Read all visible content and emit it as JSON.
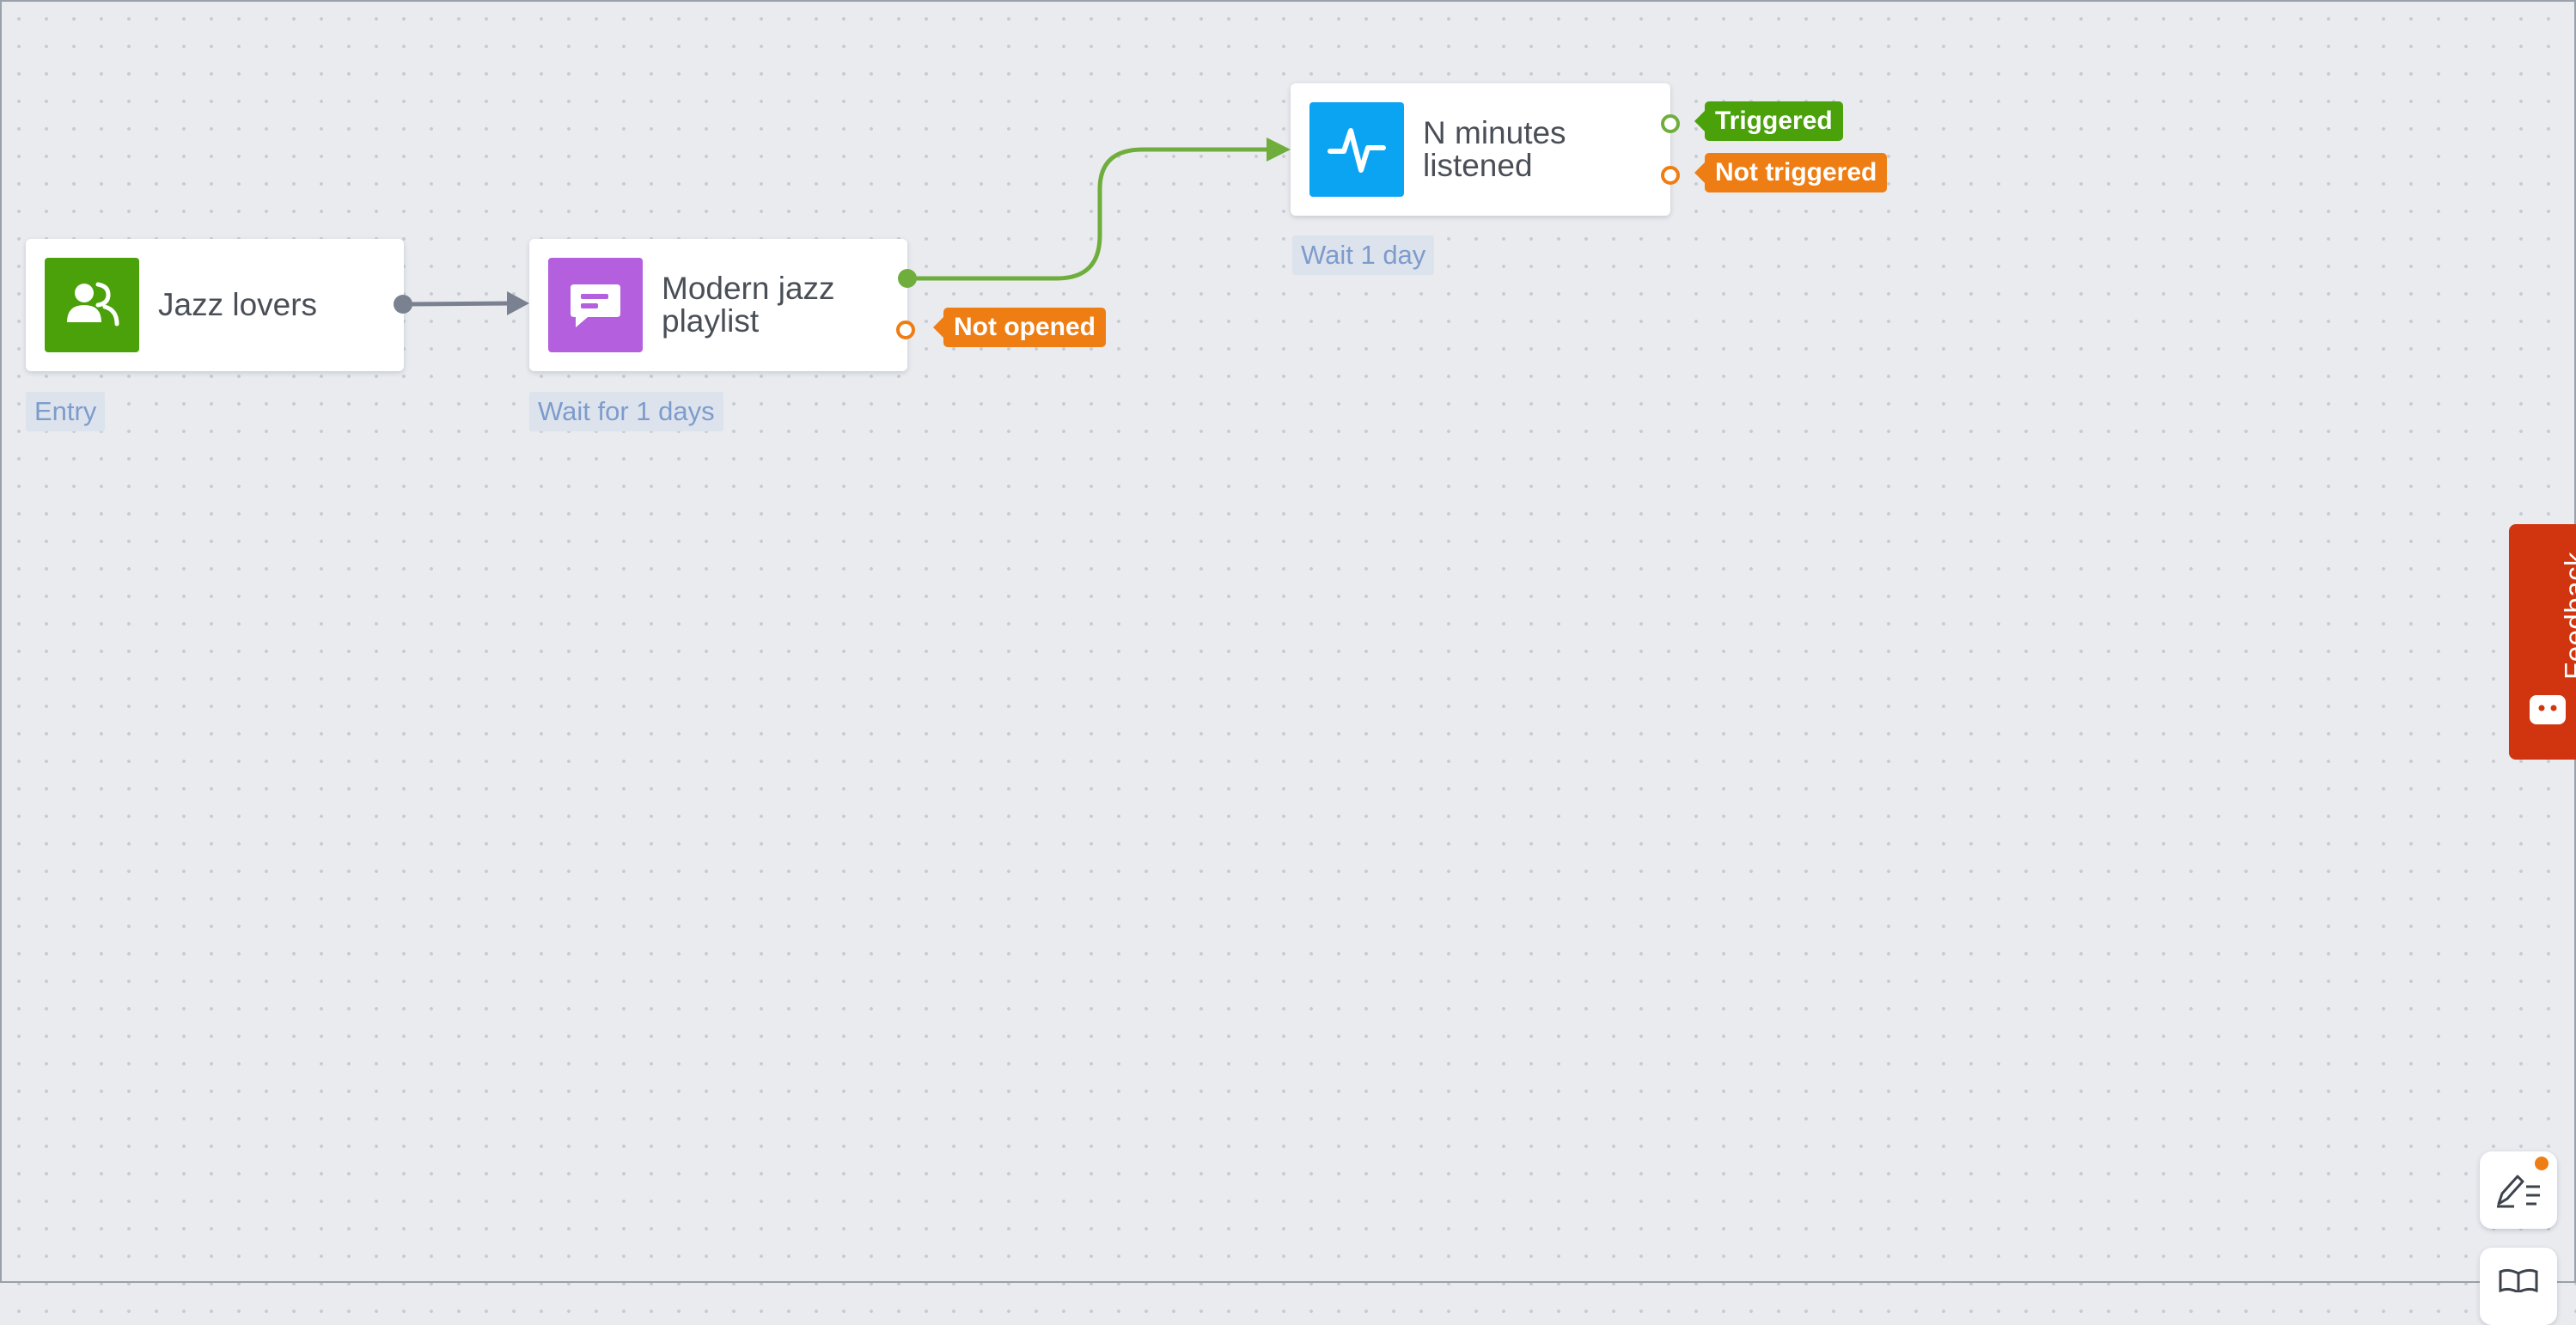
{
  "nodes": {
    "entry": {
      "label": "Jazz lovers",
      "caption": "Entry",
      "icon": "users-icon",
      "color": "#4aa10a"
    },
    "message": {
      "label_line1": "Modern jazz",
      "label_line2": "playlist",
      "caption": "Wait for 1 days",
      "icon": "chat-message-icon",
      "color": "#b35fde"
    },
    "event": {
      "label_line1": "N minutes",
      "label_line2": "listened",
      "caption": "Wait 1 day",
      "icon": "activity-pulse-icon",
      "color": "#0ba4f3"
    }
  },
  "branches": {
    "not_opened": {
      "label": "Not opened",
      "color": "#ee7d14"
    },
    "triggered": {
      "label": "Triggered",
      "color": "#4aa10a"
    },
    "not_triggered": {
      "label": "Not triggered",
      "color": "#ee7d14"
    }
  },
  "feedback": {
    "label": "Feedback",
    "color": "#d1350f"
  },
  "toolbar": {
    "edit_icon": "edit-list-icon",
    "book_icon": "book-icon"
  }
}
